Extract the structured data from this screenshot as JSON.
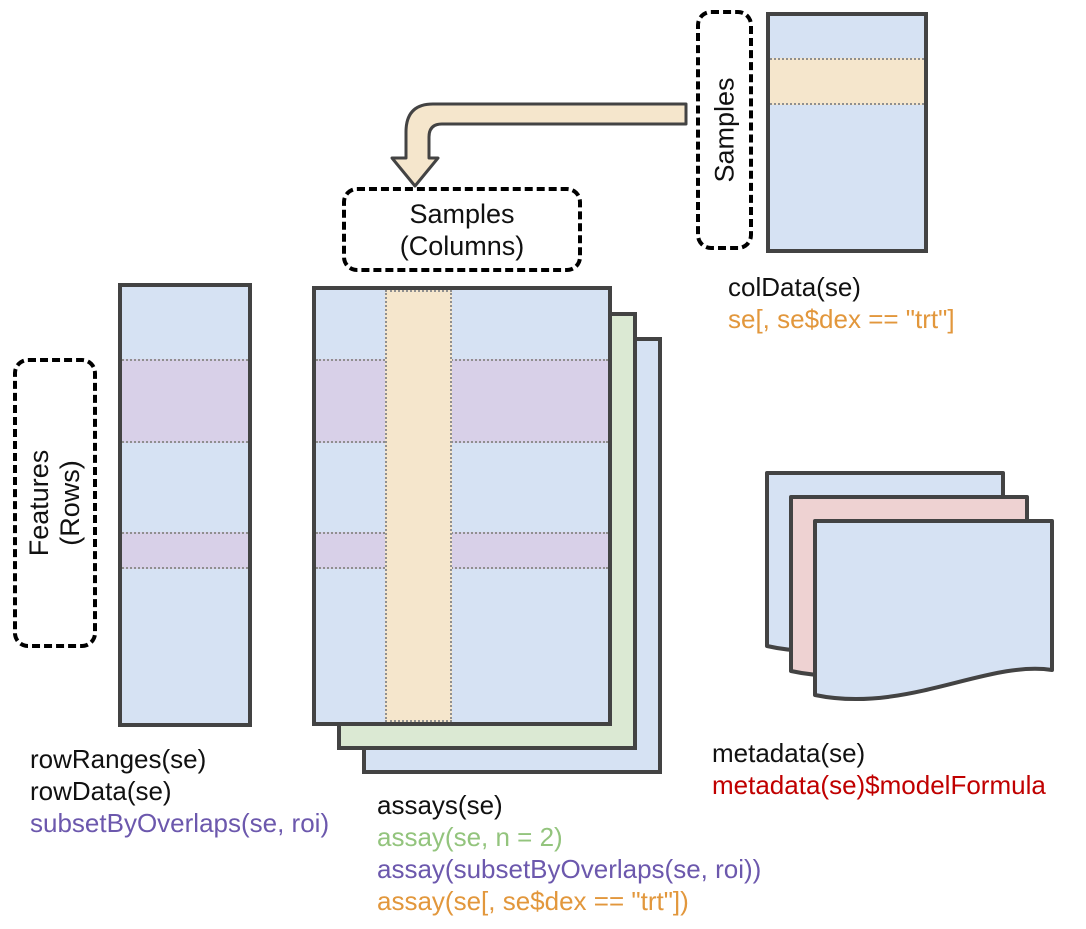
{
  "colors": {
    "blue": "#d6e2f3",
    "purple": "#d8d0e8",
    "tan": "#f5e6cc",
    "green": "#dbe9d3",
    "pink": "#eed2d2",
    "line": "#434343",
    "dot": "#8f8f8f",
    "ink": "#111111",
    "orange_text": "#e2973c",
    "purple_text": "#6c58ad",
    "green_text": "#93c47d",
    "red_text": "#c00000"
  },
  "annotations": {
    "samples_vertical": "Samples",
    "samples_columns_line1": "Samples",
    "samples_columns_line2": "(Columns)",
    "features_line1": "Features",
    "features_line2": "(Rows)"
  },
  "labels": {
    "coldata": {
      "line1": "colData(se)",
      "line2": "se[, se$dex == \"trt\"]"
    },
    "row": {
      "line1": "rowRanges(se)",
      "line2": "rowData(se)",
      "line3": "subsetByOverlaps(se, roi)"
    },
    "assays": {
      "line1": "assays(se)",
      "line2": "assay(se, n = 2)",
      "line3": "assay(subsetByOverlaps(se, roi))",
      "line4": "assay(se[, se$dex == \"trt\"])"
    },
    "metadata": {
      "line1": "metadata(se)",
      "line2": "metadata(se)$modelFormula"
    }
  }
}
